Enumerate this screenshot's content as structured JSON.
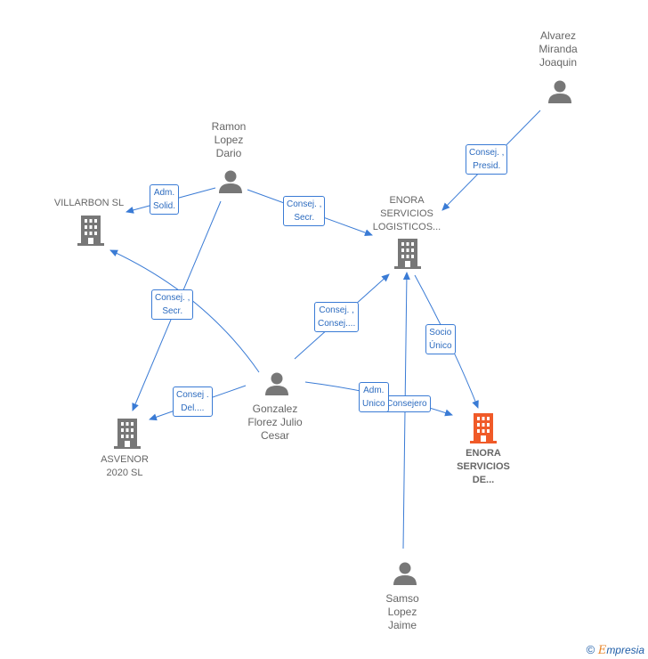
{
  "nodes": {
    "alvarez": {
      "type": "person",
      "lines": [
        "Alvarez",
        "Miranda",
        "Joaquin"
      ]
    },
    "ramon": {
      "type": "person",
      "lines": [
        "Ramon",
        "Lopez",
        "Dario"
      ]
    },
    "villarbon": {
      "type": "company",
      "lines": [
        "VILLARBON  SL"
      ]
    },
    "enora_log": {
      "type": "company",
      "lines": [
        "ENORA",
        "SERVICIOS",
        "LOGISTICOS..."
      ]
    },
    "gonzalez": {
      "type": "person",
      "lines": [
        "Gonzalez",
        "Florez Julio",
        "Cesar"
      ]
    },
    "asvenor": {
      "type": "company",
      "lines": [
        "ASVENOR",
        "2020  SL"
      ]
    },
    "enora_de": {
      "type": "company",
      "lines": [
        "ENORA",
        "SERVICIOS",
        "DE..."
      ]
    },
    "samso": {
      "type": "person",
      "lines": [
        "Samso",
        "Lopez",
        "Jaime"
      ]
    }
  },
  "edge_labels": {
    "alvarez_enora": [
      "Consej. ,",
      "Presid."
    ],
    "ramon_villarbon": [
      "Adm.",
      "Solid."
    ],
    "ramon_enora": [
      "Consej. ,",
      "Secr."
    ],
    "gonzalez_villarbon": [
      "Consej. ,",
      "Secr."
    ],
    "gonzalez_enora": [
      "Consej. ,",
      "Consej...."
    ],
    "gonzalez_asvenor": [
      "Consej .",
      "Del...."
    ],
    "enora_socio": [
      "Socio",
      "Único"
    ],
    "consejero": [
      "Consejero"
    ],
    "adm_unico": [
      "Adm.",
      "Unico"
    ]
  },
  "colors": {
    "edge": "#3a7bd5",
    "person_icon": "#777777",
    "company_icon": "#777777",
    "highlight_company": "#f05a28"
  },
  "footer": {
    "copyright": "©",
    "brand_initial": "E",
    "brand_rest": "mpresia"
  }
}
